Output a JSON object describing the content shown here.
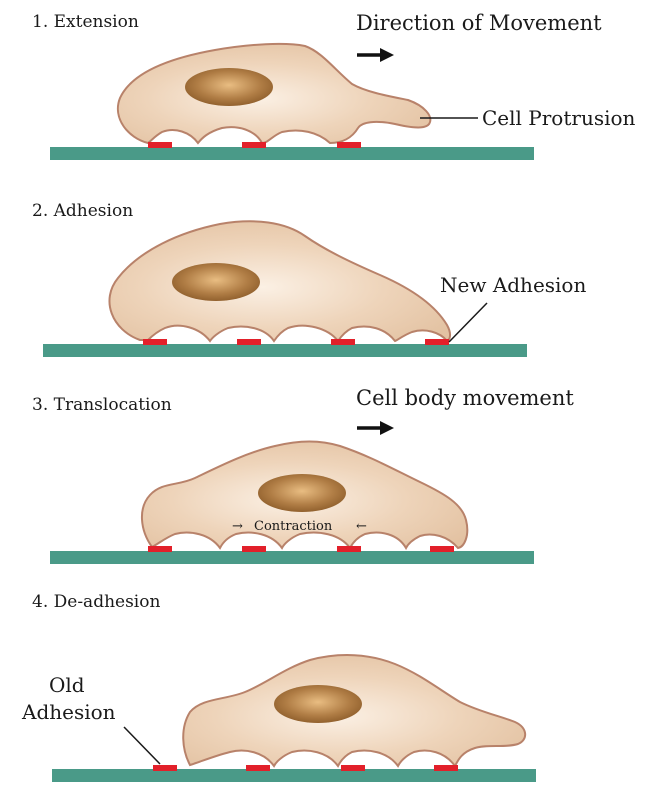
{
  "panels": [
    {
      "step_label": "1. Extension"
    },
    {
      "step_label": "2. Adhesion"
    },
    {
      "step_label": "3. Translocation"
    },
    {
      "step_label": "4. De-adhesion"
    }
  ],
  "annotations": {
    "direction_of_movement": "Direction of Movement",
    "cell_protrusion": "Cell Protrusion",
    "new_adhesion": "New Adhesion",
    "cell_body_movement": "Cell body movement",
    "contraction": "Contraction",
    "old_adhesion_line1": "Old",
    "old_adhesion_line2": "Adhesion",
    "arrow_glyph": "→",
    "arrow_left_glyph": "←"
  },
  "colors": {
    "cytoplasm_light": "#fbf0e4",
    "cytoplasm": "#e8c8aa",
    "cell_outline": "#b8826a",
    "nucleus_light": "#e6b77a",
    "nucleus_dark": "#8a5a28",
    "substrate": "#4a9a88",
    "adhesion": "#e2202a"
  }
}
